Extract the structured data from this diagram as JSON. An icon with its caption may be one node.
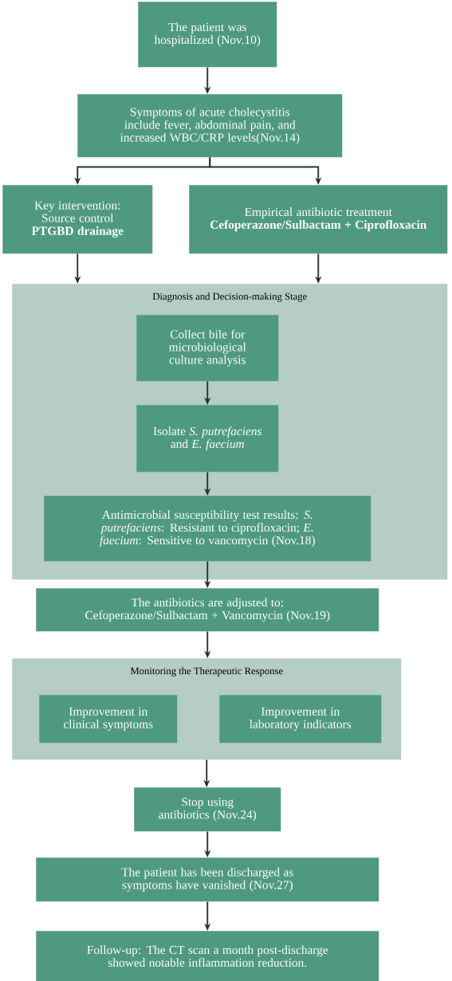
{
  "diagram": {
    "nodes": [
      {
        "text": [
          "The patient was hospitalized (Nov.10)"
        ]
      },
      {
        "text": [
          "Symptoms of acute cholecystitis include fever, abdominal pain, and increased WBC/CRP levels(Nov.14)"
        ]
      },
      {
        "text": [
          "Key intervention: Source control **PTGBD drainage**"
        ]
      },
      {
        "text": [
          "Empirical antibiotic treatment **Cefoperazone/Sulbactam + Ciprofloxacin**"
        ]
      },
      {
        "text": [
          "Diagnosis and Decision-making Stage"
        ]
      },
      {
        "text": [
          "Collect bile for microbiological culture analysis"
        ],
        "in": 4
      },
      {
        "text": [
          "Isolate *S. putrefaciens* and *E. faecium*"
        ],
        "in": 4
      },
      {
        "text": [
          "Antimicrobial susceptibility test results: *S. putrefaciens*: Resistant to ciprofloxacin; *E. faecium*: Sensitive to vancomycin (Nov.18)"
        ],
        "in": 4
      },
      {
        "text": [
          "The antibiotics are adjusted to: Cefoperazone/Sulbactam + Vancomycin (Nov.19)"
        ]
      },
      {
        "text": [
          "Monitoring the Therapeutic Response"
        ]
      },
      {
        "text": [
          "Improvement in clinical symptoms"
        ],
        "in": 9
      },
      {
        "text": [
          "Improvement in laboratory indicators"
        ],
        "in": 9
      },
      {
        "text": [
          "Stop using antibiotics (Nov.24)"
        ]
      },
      {
        "text": [
          "The patient has been discharged as symptoms have vanished (Nov.27)"
        ]
      },
      {
        "text": [
          "Follow-up: The CT scan a month post-discharge showed notable inflammation reduction."
        ]
      }
    ],
    "edges": [
      {
        "from": 0,
        "to": 1,
        "arrow": "to"
      },
      {
        "from": 1,
        "to": 2,
        "arrow": "to"
      },
      {
        "from": 1,
        "to": 3,
        "arrow": "to"
      },
      {
        "from": 2,
        "to": 4,
        "arrow": "to"
      },
      {
        "from": 3,
        "to": 4,
        "arrow": "to"
      },
      {
        "from": 5,
        "to": 6,
        "arrow": "to"
      },
      {
        "from": 6,
        "to": 7,
        "arrow": "to"
      },
      {
        "from": 7,
        "to": 8,
        "arrow": "to"
      },
      {
        "from": 8,
        "to": 9,
        "arrow": "to"
      },
      {
        "from": 9,
        "to": 12,
        "arrow": "to"
      },
      {
        "from": 12,
        "to": 13,
        "arrow": "to"
      },
      {
        "from": 13,
        "to": 14,
        "arrow": "to"
      }
    ]
  }
}
